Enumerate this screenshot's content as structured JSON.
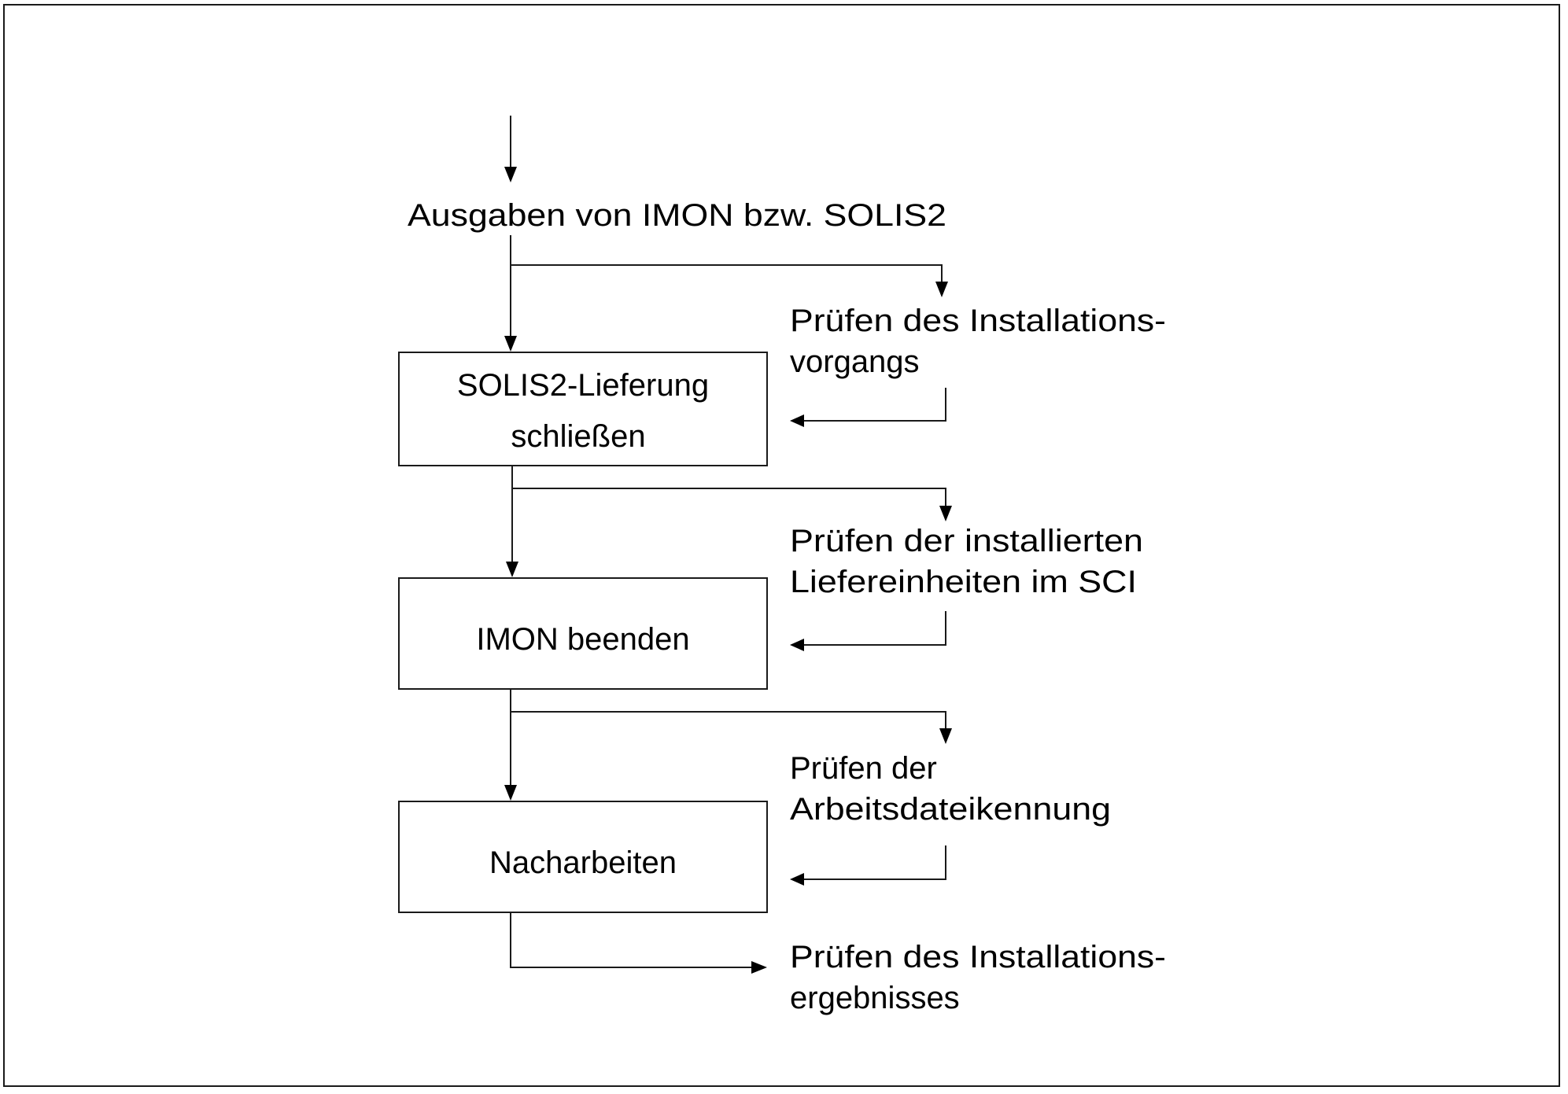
{
  "diagram": {
    "type": "flowchart",
    "start_label": "Ausgaben von IMON bzw. SOLIS2",
    "steps": [
      {
        "id": "step-1",
        "lines": [
          "SOLIS2-Lieferung",
          "schließen"
        ]
      },
      {
        "id": "step-2",
        "lines": [
          "IMON beenden"
        ]
      },
      {
        "id": "step-3",
        "lines": [
          "Nacharbeiten"
        ]
      }
    ],
    "checks": [
      {
        "id": "check-1",
        "lines": [
          "Prüfen des Installations-",
          "vorgangs"
        ]
      },
      {
        "id": "check-2",
        "lines": [
          "Prüfen der installierten",
          "Liefereinheiten im SCI"
        ]
      },
      {
        "id": "check-3",
        "lines": [
          "Prüfen der",
          "Arbeitsdateikennung"
        ]
      },
      {
        "id": "check-4",
        "lines": [
          "Prüfen des Installations-",
          "ergebnisses"
        ]
      }
    ],
    "edges": [
      {
        "from": "entry",
        "to": "start_label"
      },
      {
        "from": "start_label",
        "to": "step-1"
      },
      {
        "from": "start_label",
        "to": "check-1"
      },
      {
        "from": "check-1",
        "to": "step-1"
      },
      {
        "from": "step-1",
        "to": "step-2"
      },
      {
        "from": "step-1",
        "to": "check-2"
      },
      {
        "from": "check-2",
        "to": "step-2"
      },
      {
        "from": "step-2",
        "to": "step-3"
      },
      {
        "from": "step-2",
        "to": "check-3"
      },
      {
        "from": "check-3",
        "to": "step-3"
      },
      {
        "from": "step-3",
        "to": "check-4"
      }
    ],
    "colors": {
      "stroke": "#1a1a1a",
      "text": "#000000",
      "background": "#ffffff"
    }
  }
}
